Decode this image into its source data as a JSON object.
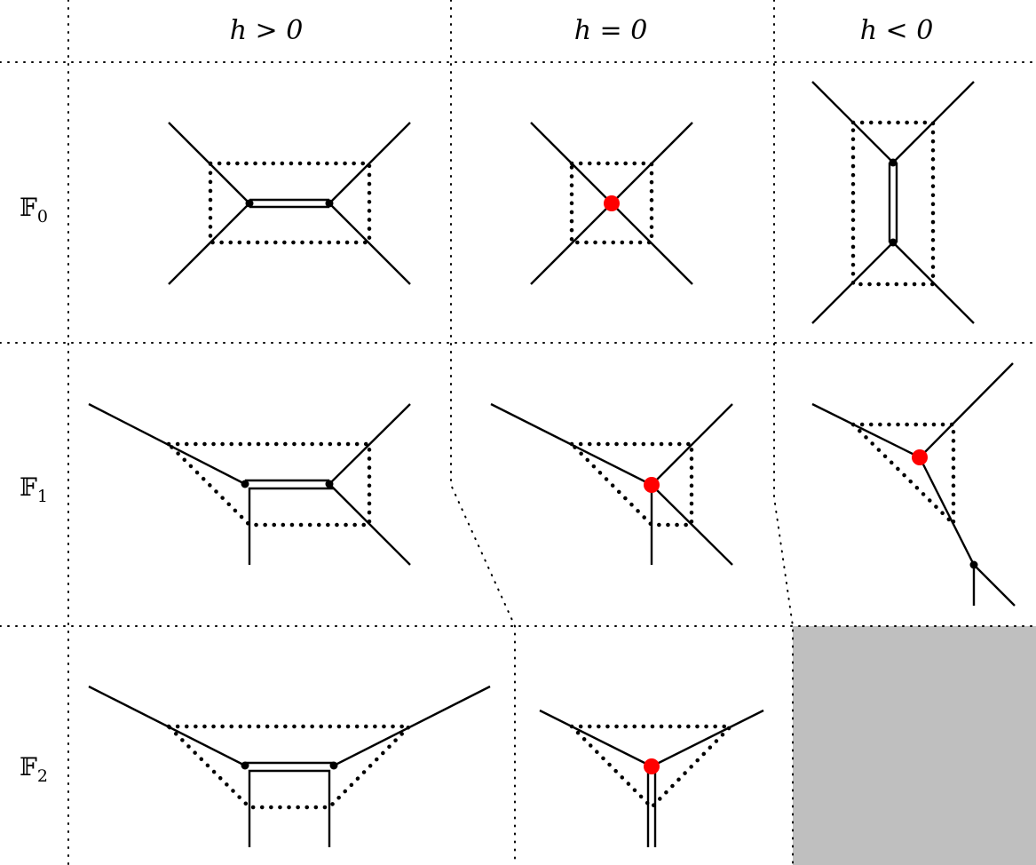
{
  "columns": [
    {
      "id": "hpos",
      "label": "h > 0"
    },
    {
      "id": "hzero",
      "label": "h = 0"
    },
    {
      "id": "hneg",
      "label": "h < 0"
    }
  ],
  "rows": [
    {
      "id": "f0",
      "symbol": "𝔽",
      "subscript": "0"
    },
    {
      "id": "f1",
      "symbol": "𝔽",
      "subscript": "1"
    },
    {
      "id": "f2",
      "symbol": "𝔽",
      "subscript": "2"
    }
  ],
  "empty_cell": {
    "row": "f2",
    "column": "hneg",
    "color": "#bfbfbf"
  },
  "colors": {
    "line": "#000000",
    "highlight_vertex": "#ff0000"
  }
}
